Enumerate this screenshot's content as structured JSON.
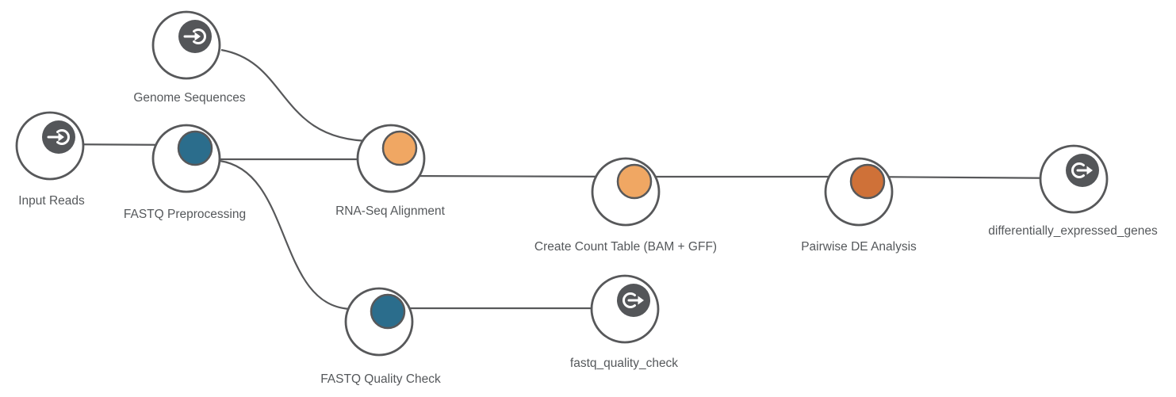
{
  "canvas": {
    "background": "#ffffff"
  },
  "colors": {
    "node_stroke": "#57585a",
    "edge": "#57585a",
    "label_text": "#55585b",
    "io_disc_fill": "#545659",
    "icon_glyph": "#ffffff",
    "teal": "#2b6d8c",
    "light_orange": "#f0a763",
    "dark_orange": "#cf7138"
  },
  "nodes": [
    {
      "id": "genome-sequences",
      "label": "Genome Sequences",
      "type": "input",
      "icon": "sign-in-icon",
      "color": "#545659"
    },
    {
      "id": "input-reads",
      "label": "Input Reads",
      "type": "input",
      "icon": "sign-in-icon",
      "color": "#545659"
    },
    {
      "id": "fastq-preprocessing",
      "label": "FASTQ Preprocessing",
      "type": "tool",
      "color": "#2b6d8c"
    },
    {
      "id": "rna-seq-alignment",
      "label": "RNA-Seq Alignment",
      "type": "tool",
      "color": "#f0a763"
    },
    {
      "id": "create-count-table",
      "label": "Create Count Table (BAM + GFF)",
      "type": "tool",
      "color": "#f0a763"
    },
    {
      "id": "pairwise-de-analysis",
      "label": "Pairwise DE Analysis",
      "type": "tool",
      "color": "#cf7138"
    },
    {
      "id": "differentially-expressed-genes",
      "label": "differentially_expressed_genes",
      "type": "output",
      "icon": "sign-out-icon",
      "color": "#545659"
    },
    {
      "id": "fastq-quality-check",
      "label": "FASTQ Quality Check",
      "type": "tool",
      "color": "#2b6d8c"
    },
    {
      "id": "fastq-quality-check-output",
      "label": "fastq_quality_check",
      "type": "output",
      "icon": "sign-out-icon",
      "color": "#545659"
    }
  ],
  "edges": [
    {
      "from": "genome-sequences",
      "to": "rna-seq-alignment"
    },
    {
      "from": "input-reads",
      "to": "fastq-preprocessing"
    },
    {
      "from": "fastq-preprocessing",
      "to": "rna-seq-alignment"
    },
    {
      "from": "rna-seq-alignment",
      "to": "create-count-table"
    },
    {
      "from": "create-count-table",
      "to": "pairwise-de-analysis"
    },
    {
      "from": "pairwise-de-analysis",
      "to": "differentially-expressed-genes"
    },
    {
      "from": "fastq-preprocessing",
      "to": "fastq-quality-check"
    },
    {
      "from": "fastq-quality-check",
      "to": "fastq-quality-check-output"
    }
  ]
}
